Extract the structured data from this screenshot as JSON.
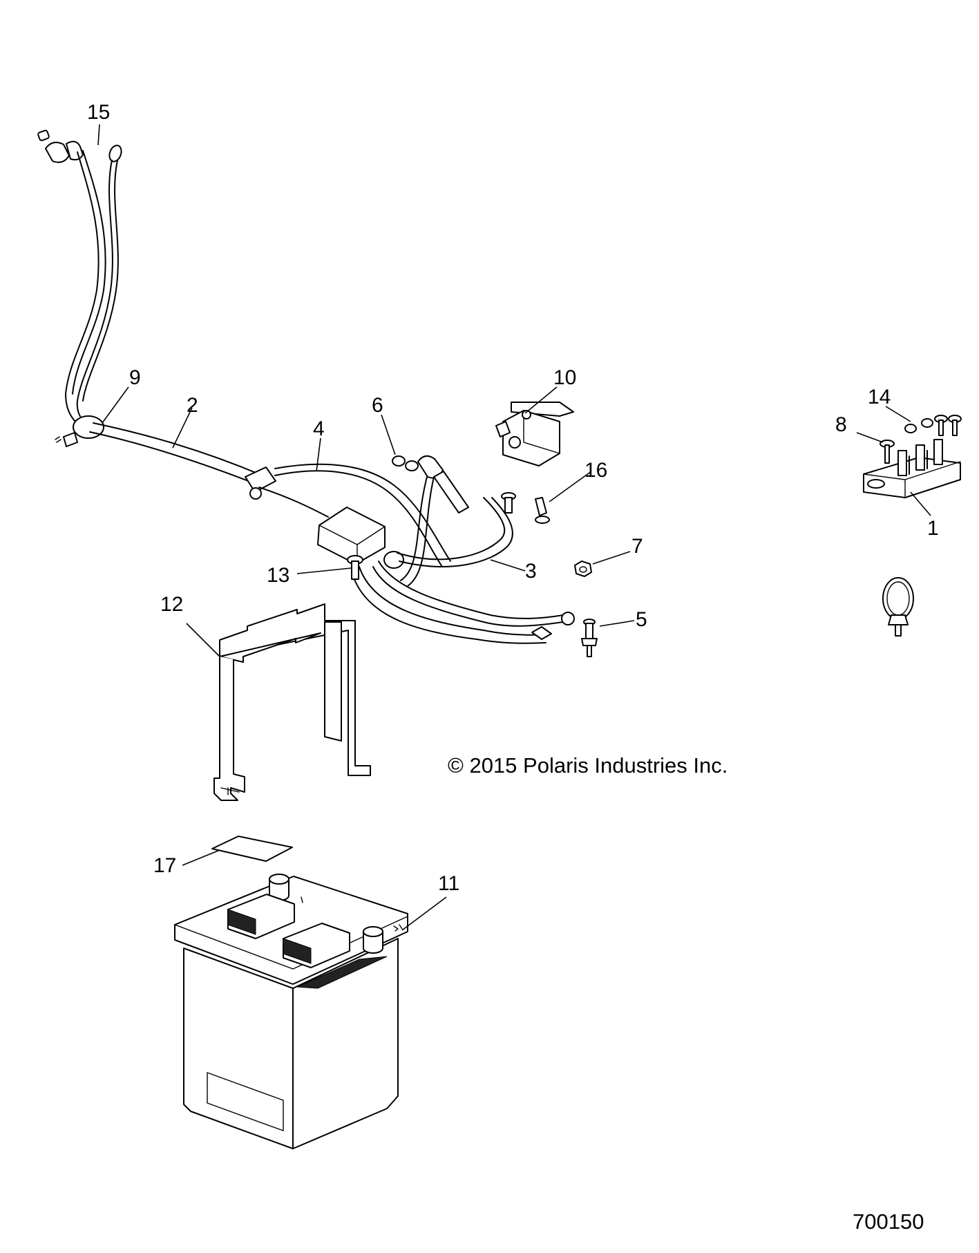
{
  "diagram": {
    "callouts": [
      "15",
      "9",
      "2",
      "4",
      "6",
      "10",
      "16",
      "14",
      "8",
      "1",
      "7",
      "3",
      "13",
      "12",
      "5",
      "17",
      "11"
    ],
    "copyright": "© 2015 Polaris Industries Inc.",
    "diagram_code": "700150"
  }
}
